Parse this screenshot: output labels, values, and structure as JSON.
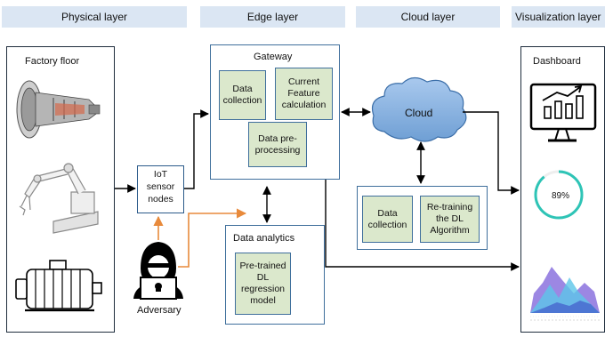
{
  "layers": {
    "physical": "Physical layer",
    "edge": "Edge layer",
    "cloud": "Cloud layer",
    "visualization": "Visualization layer"
  },
  "physical": {
    "title": "Factory floor",
    "iot": "IoT\nsensor\nnodes",
    "adversary": "Adversary"
  },
  "edge": {
    "gateway_title": "Gateway",
    "data_collection": "Data\ncollection",
    "feature_calc": "Current\nFeature\ncalculation",
    "preprocessing": "Data pre-\nprocessing",
    "analytics_title": "Data analytics",
    "model": "Pre-trained\nDL\nregression\nmodel"
  },
  "cloud": {
    "label": "Cloud",
    "data_collection": "Data\ncollection",
    "retraining": "Re-training\nthe DL\nAlgorithm"
  },
  "visualization": {
    "title": "Dashboard",
    "gauge_percent": 89,
    "gauge_label": "89%"
  },
  "colors": {
    "header_bg": "#dbe6f3",
    "box_green": "#dbe8cc",
    "box_border": "#3f6f9c",
    "attack_arrow": "#e88a3b",
    "cloud_fill": "#8ab4e0",
    "gauge": "#2ec4b6"
  },
  "icons": [
    "turbine-icon",
    "robot-arm-icon",
    "electric-motor-icon",
    "hacker-icon",
    "monitor-chart-icon",
    "gauge-icon",
    "area-chart-icon"
  ]
}
